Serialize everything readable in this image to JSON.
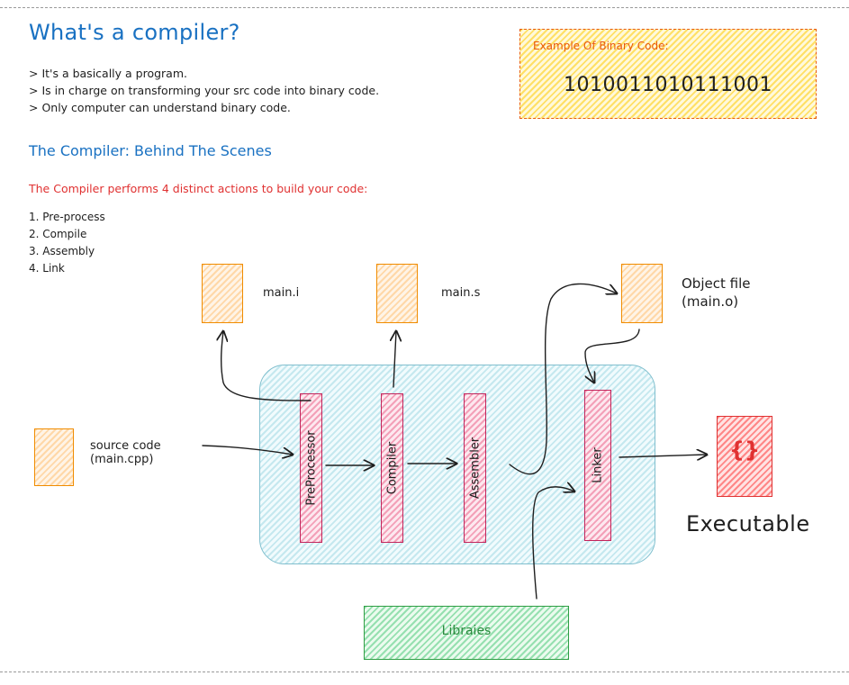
{
  "header": {
    "title": "What's a compiler?",
    "bullets": [
      "> It's a basically a program.",
      "> Is in charge on transforming your src code into binary code.",
      "> Only computer can understand binary code."
    ]
  },
  "binary_example": {
    "label": "Example Of Binary Code:",
    "value": "1010011010111001"
  },
  "section": {
    "subtitle": "The Compiler: Behind The Scenes",
    "intro": "The Compiler performs 4 distinct actions to build your code:",
    "steps": [
      "1. Pre-process",
      "2. Compile",
      "3. Assembly",
      "4. Link"
    ]
  },
  "diagram": {
    "source_label_line1": "source code",
    "source_label_line2": "(main.cpp)",
    "file_main_i": "main.i",
    "file_main_s": "main.s",
    "object_label_line1": "Object file",
    "object_label_line2": "(main.o)",
    "stages": [
      "PreProcessor",
      "Compiler",
      "Assembler",
      "Linker"
    ],
    "libraries_label": "Libraies",
    "executable_icon": "{}",
    "executable_label": "Executable"
  },
  "colors": {
    "title_blue": "#1971c2",
    "red_text": "#e03131",
    "orange": "#f08c00",
    "stage_pink": "#c2255c",
    "library_green": "#2f9e44",
    "container_blue": "#74b9c9"
  }
}
